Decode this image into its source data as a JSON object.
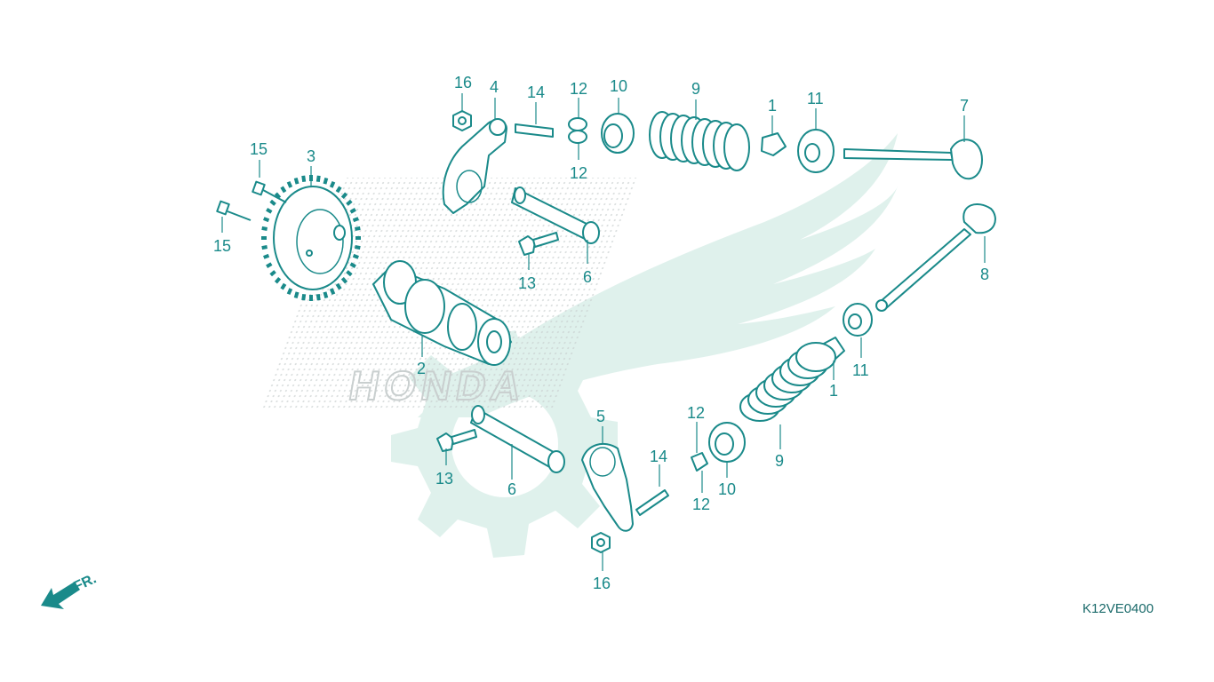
{
  "diagram": {
    "code": "K12VE0400",
    "direction_label": "FR.",
    "watermark_text": "HONDA",
    "colors": {
      "line": "#1a8a8a",
      "watermark": "#dff1ec",
      "dots": "#c9cfcf"
    },
    "callouts": [
      {
        "id": "c16a",
        "text": "16"
      },
      {
        "id": "c4",
        "text": "4"
      },
      {
        "id": "c14a",
        "text": "14"
      },
      {
        "id": "c12a",
        "text": "12"
      },
      {
        "id": "c12b",
        "text": "12"
      },
      {
        "id": "c10a",
        "text": "10"
      },
      {
        "id": "c9a",
        "text": "9"
      },
      {
        "id": "c1a",
        "text": "1"
      },
      {
        "id": "c11a",
        "text": "11"
      },
      {
        "id": "c7",
        "text": "7"
      },
      {
        "id": "c15a",
        "text": "15"
      },
      {
        "id": "c3",
        "text": "3"
      },
      {
        "id": "c15b",
        "text": "15"
      },
      {
        "id": "c13a",
        "text": "13"
      },
      {
        "id": "c6a",
        "text": "6"
      },
      {
        "id": "c8",
        "text": "8"
      },
      {
        "id": "c2",
        "text": "2"
      },
      {
        "id": "c11b",
        "text": "11"
      },
      {
        "id": "c1b",
        "text": "1"
      },
      {
        "id": "c5",
        "text": "5"
      },
      {
        "id": "c12c",
        "text": "12"
      },
      {
        "id": "c14b",
        "text": "14"
      },
      {
        "id": "c9b",
        "text": "9"
      },
      {
        "id": "c13b",
        "text": "13"
      },
      {
        "id": "c6b",
        "text": "6"
      },
      {
        "id": "c12d",
        "text": "12"
      },
      {
        "id": "c10b",
        "text": "10"
      },
      {
        "id": "c16b",
        "text": "16"
      }
    ]
  }
}
